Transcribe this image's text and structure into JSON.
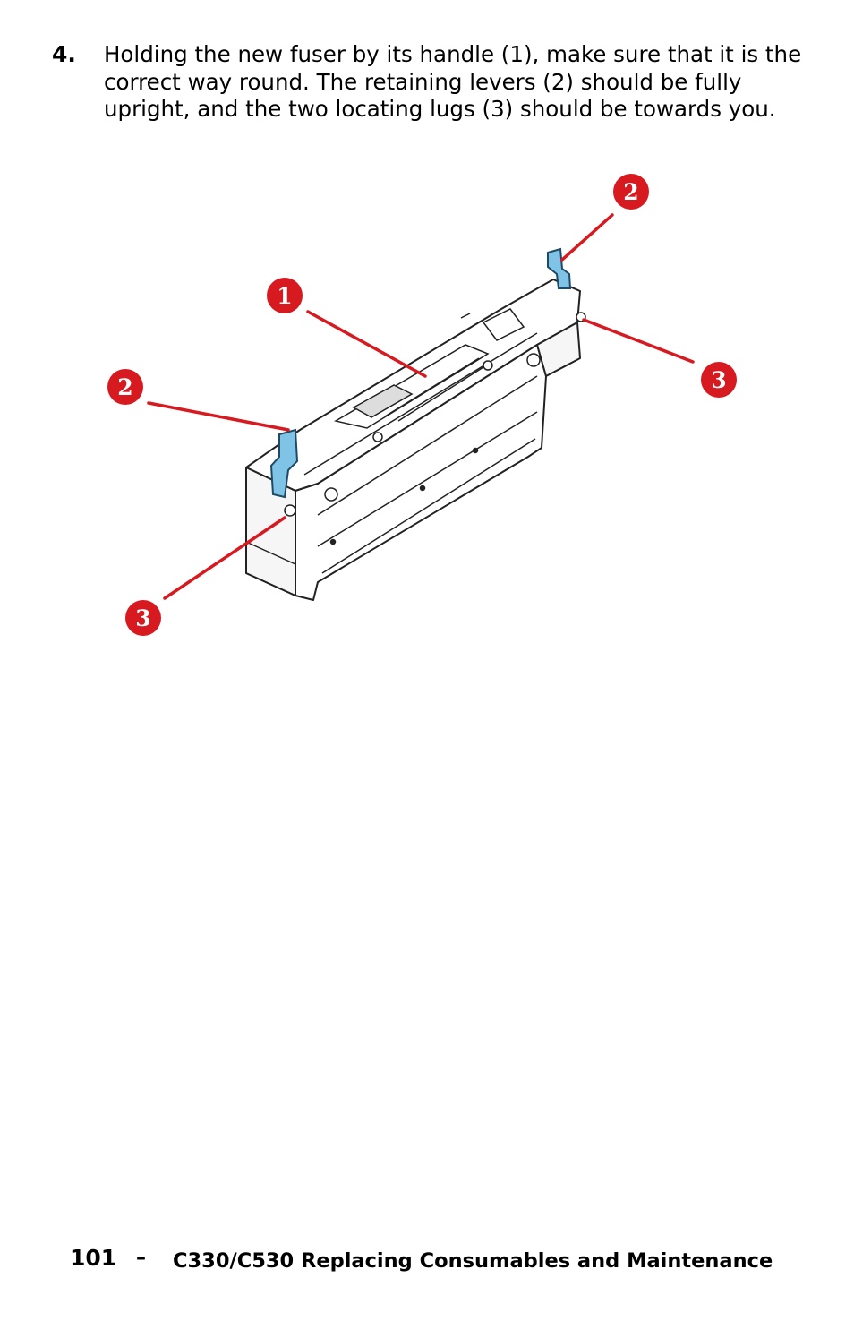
{
  "step": {
    "number": "4.",
    "text": "Holding the new fuser by its handle (1), make sure that it is the correct way round. The retaining levers (2) should be fully upright, and the two locating lugs (3) should be towards you."
  },
  "figure": {
    "callouts": [
      "2",
      "1",
      "2",
      "3",
      "3"
    ],
    "colors": {
      "callout": "#d71920",
      "lever": "#7fc4e6",
      "outline": "#222222"
    }
  },
  "footer": {
    "page_number": "101",
    "separator": "–",
    "title": "C330/C530 Replacing Consumables and Maintenance"
  }
}
